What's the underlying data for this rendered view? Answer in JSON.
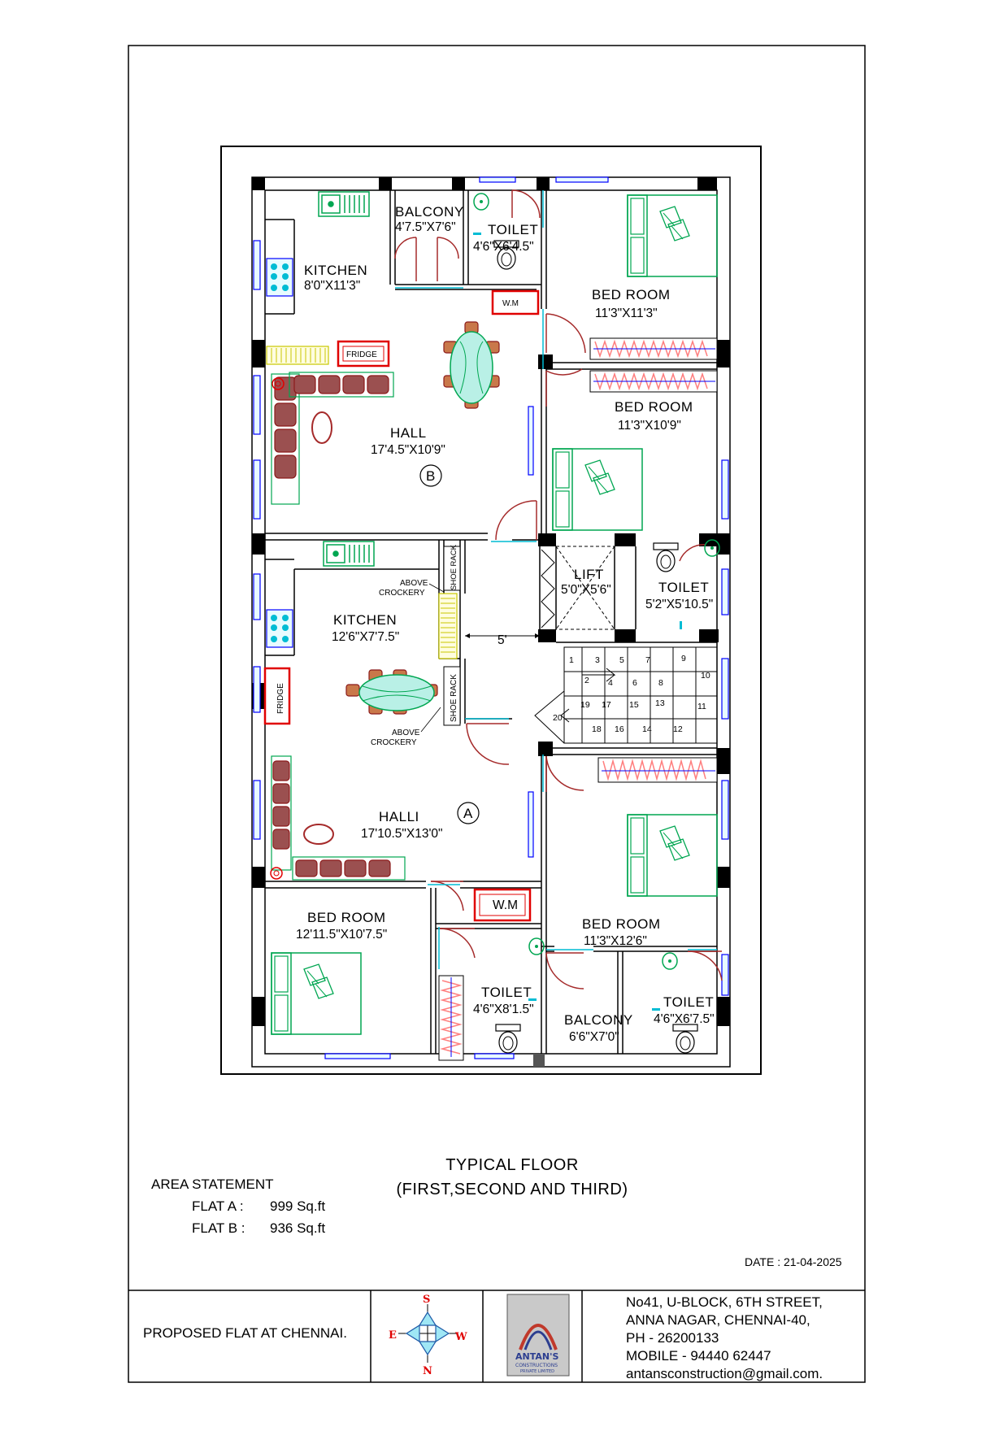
{
  "rooms": {
    "kitchen_b": {
      "name": "KITCHEN",
      "dim": "8'0\"X11'3\""
    },
    "balcony_b": {
      "name": "BALCONY",
      "dim": "4'7.5\"X7'6\""
    },
    "toilet_b": {
      "name": "TOILET",
      "dim": "4'6\"X6'4.5\""
    },
    "bed_b1": {
      "name": "BED ROOM",
      "dim": "11'3\"X11'3\""
    },
    "bed_b2": {
      "name": "BED ROOM",
      "dim": "11'3\"X10'9\""
    },
    "hall_b": {
      "name": "HALL",
      "dim": "17'4.5\"X10'9\"",
      "flat": "B"
    },
    "kitchen_a": {
      "name": "KITCHEN",
      "dim": "12'6\"X7'7.5\""
    },
    "lift": {
      "name": "LIFT",
      "dim": "5'0\"X5'6\""
    },
    "toilet_lift": {
      "name": "TOILET",
      "dim": "5'2\"X5'10.5\""
    },
    "hall_a": {
      "name": "HALLI",
      "dim": "17'10.5\"X13'0\"",
      "flat": "A"
    },
    "bed_a1": {
      "name": "BED ROOM",
      "dim": "12'11.5\"X10'7.5\""
    },
    "toilet_a1": {
      "name": "TOILET",
      "dim": "4'6\"X8'1.5\""
    },
    "bed_a2": {
      "name": "BED ROOM",
      "dim": "11'3\"X12'6\""
    },
    "balcony_a": {
      "name": "BALCONY",
      "dim": "6'6\"X7'0\""
    },
    "toilet_a2": {
      "name": "TOILET",
      "dim": "4'6\"X6'7.5\""
    }
  },
  "fixtures": {
    "wm": "W.M",
    "fridge": "FRIDGE",
    "shoe_rack": "SHOE RACK",
    "above": "ABOVE",
    "crockery": "CROCKERY",
    "corridor_width": "5'"
  },
  "stairs": {
    "steps": [
      "1",
      "2",
      "3",
      "4",
      "5",
      "6",
      "7",
      "8",
      "9",
      "10",
      "11",
      "12",
      "13",
      "14",
      "15",
      "16",
      "17",
      "18",
      "19",
      "20"
    ]
  },
  "title": {
    "line1": "TYPICAL FLOOR",
    "line2": "(FIRST,SECOND AND THIRD)"
  },
  "area_statement": {
    "heading": "AREA STATEMENT",
    "rows": [
      {
        "label": "FLAT A :",
        "value": "999 Sq.ft"
      },
      {
        "label": "FLAT B :",
        "value": "936 Sq.ft"
      }
    ]
  },
  "date": "DATE : 21-04-2025",
  "title_block": {
    "project": "PROPOSED FLAT AT CHENNAI.",
    "compass": {
      "s": "S",
      "e": "E",
      "w": "W",
      "n": "N"
    },
    "logo": {
      "brand": "ANTAN'S",
      "sub": "CONSTRUCTIONS",
      "sub2": "PRIVATE LIMITED"
    },
    "address": [
      "No41, U-BLOCK, 6TH STREET,",
      "ANNA NAGAR, CHENNAI-40,",
      "PH - 26200133",
      "MOBILE - 94440 62447",
      "antansconstruction@gmail.com."
    ]
  },
  "colors": {
    "wall": "#000000",
    "window": "#00e5ff",
    "window_frame": "#0000ff",
    "furniture": "#00a651",
    "wood": "#8b1a1a",
    "wardrobe": "#ff7f7f",
    "rack": "#c8c800"
  }
}
